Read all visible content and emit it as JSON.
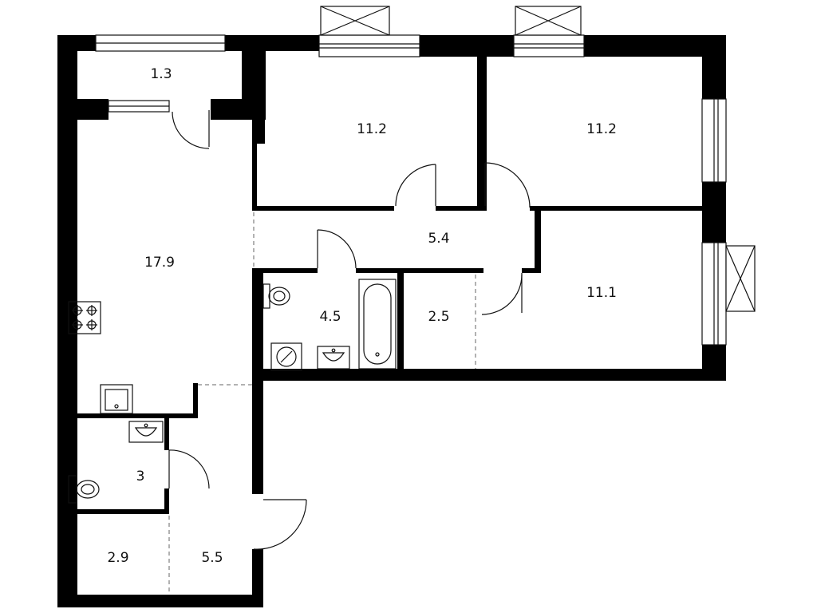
{
  "plan": {
    "colors": {
      "wall": "#000000",
      "line": "#111111",
      "background": "#ffffff"
    },
    "rooms": [
      {
        "id": "balcony",
        "area": "1.3"
      },
      {
        "id": "kitchen-living",
        "area": "17.9"
      },
      {
        "id": "bedroom-north-west",
        "area": "11.2"
      },
      {
        "id": "bedroom-north-east",
        "area": "11.2"
      },
      {
        "id": "corridor",
        "area": "5.4"
      },
      {
        "id": "bedroom-east",
        "area": "11.1"
      },
      {
        "id": "bathroom",
        "area": "4.5"
      },
      {
        "id": "storage",
        "area": "2.5"
      },
      {
        "id": "toilet",
        "area": "3"
      },
      {
        "id": "wardrobe",
        "area": "2.9"
      },
      {
        "id": "hall",
        "area": "5.5"
      }
    ],
    "icons": [
      "stove-icon",
      "sink-icon",
      "toilet-icon",
      "bathtub-icon",
      "washbasin-icon",
      "washing-machine-icon",
      "ac-unit-icon"
    ]
  }
}
